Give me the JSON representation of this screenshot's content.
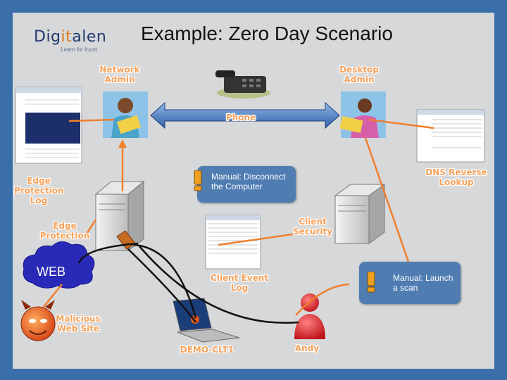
{
  "slide": {
    "title": "Example: Zero Day Scenario",
    "logo": {
      "text_a": "Dig",
      "text_b": "it",
      "text_c": "alen",
      "tagline": "Learn for it-pro"
    },
    "colors": {
      "frame": "#3a6ea8",
      "background": "#d7d8da",
      "connector": "#f07f2c",
      "label": "#f6a25b",
      "note": "#4f7db2"
    }
  },
  "labels": {
    "network_admin": "Network Admin",
    "desktop_admin": "Desktop Admin",
    "phone": "Phone",
    "edge_protection_log": "Edge Protection Log",
    "dns_reverse_lookup": "DNS Reverse Lookup",
    "edge_protection": "Edge Protection",
    "client_security": "Client Security",
    "client_event_log": "Client Event Log",
    "malicious_web_site": "Malicious Web Site",
    "demo_clt1": "DEMO-CLT1",
    "andy": "Andy",
    "web": "WEB"
  },
  "notes": {
    "disconnect": "Manual: Disconnect the Computer",
    "scan": "Manual: Launch a scan"
  },
  "icons": [
    "telephone-icon",
    "admin-person-icon",
    "server-icon",
    "screenshot-icon",
    "cloud-icon",
    "malicious-face-icon",
    "laptop-icon",
    "user-icon",
    "exclamation-icon",
    "double-arrow-icon"
  ]
}
